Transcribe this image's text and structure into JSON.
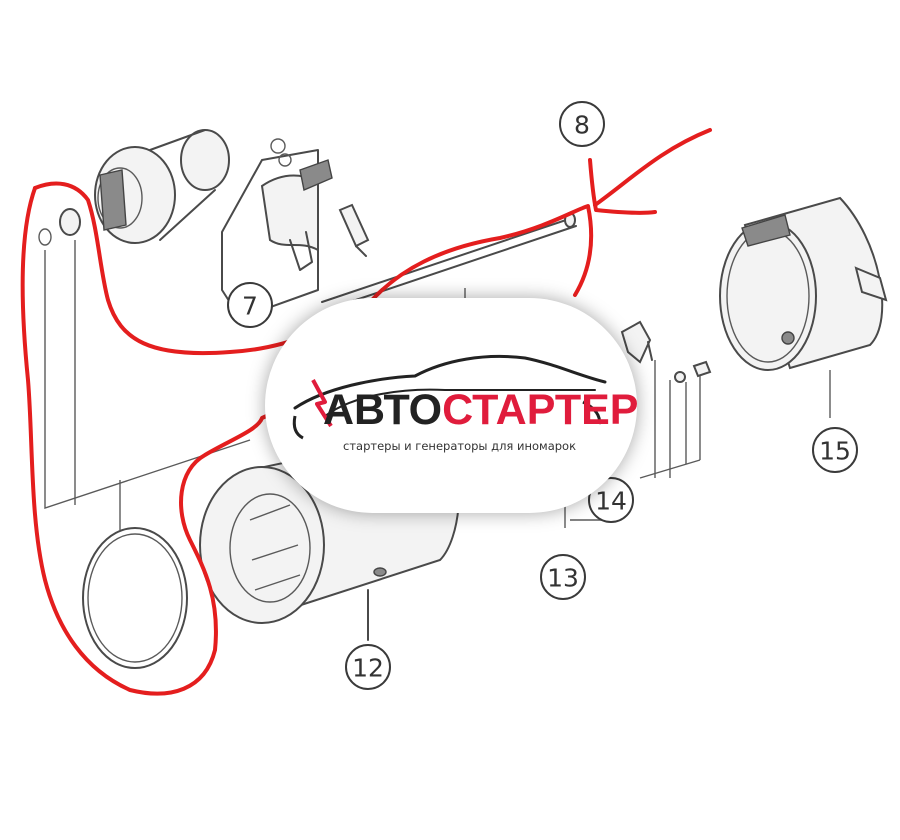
{
  "diagram": {
    "callouts": [
      {
        "id": "7",
        "label": "7"
      },
      {
        "id": "8",
        "label": "8"
      },
      {
        "id": "12",
        "label": "12"
      },
      {
        "id": "13",
        "label": "13"
      },
      {
        "id": "14",
        "label": "14"
      },
      {
        "id": "15",
        "label": "15"
      }
    ],
    "highlight_color": "#e41e1e"
  },
  "logo": {
    "wordmark_dark": "АВТО",
    "wordmark_accent": "СТАРТЕР",
    "tagline": "стартеры и генераторы для иномарок",
    "accent_color": "#e01c3c",
    "dark_color": "#222222",
    "icon": "car-silhouette-icon"
  }
}
